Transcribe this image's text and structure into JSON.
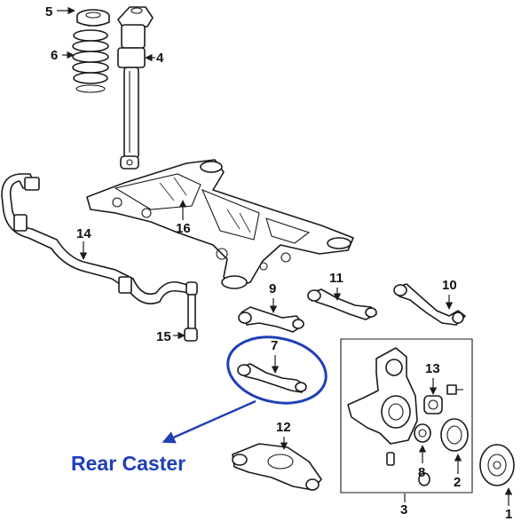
{
  "callout": {
    "text": "Rear Caster",
    "color": "#1f3fb8",
    "target_part": "7"
  },
  "part_numbers": [
    "1",
    "2",
    "3",
    "4",
    "5",
    "6",
    "7",
    "8",
    "9",
    "10",
    "11",
    "12",
    "13",
    "14",
    "15",
    "16"
  ]
}
